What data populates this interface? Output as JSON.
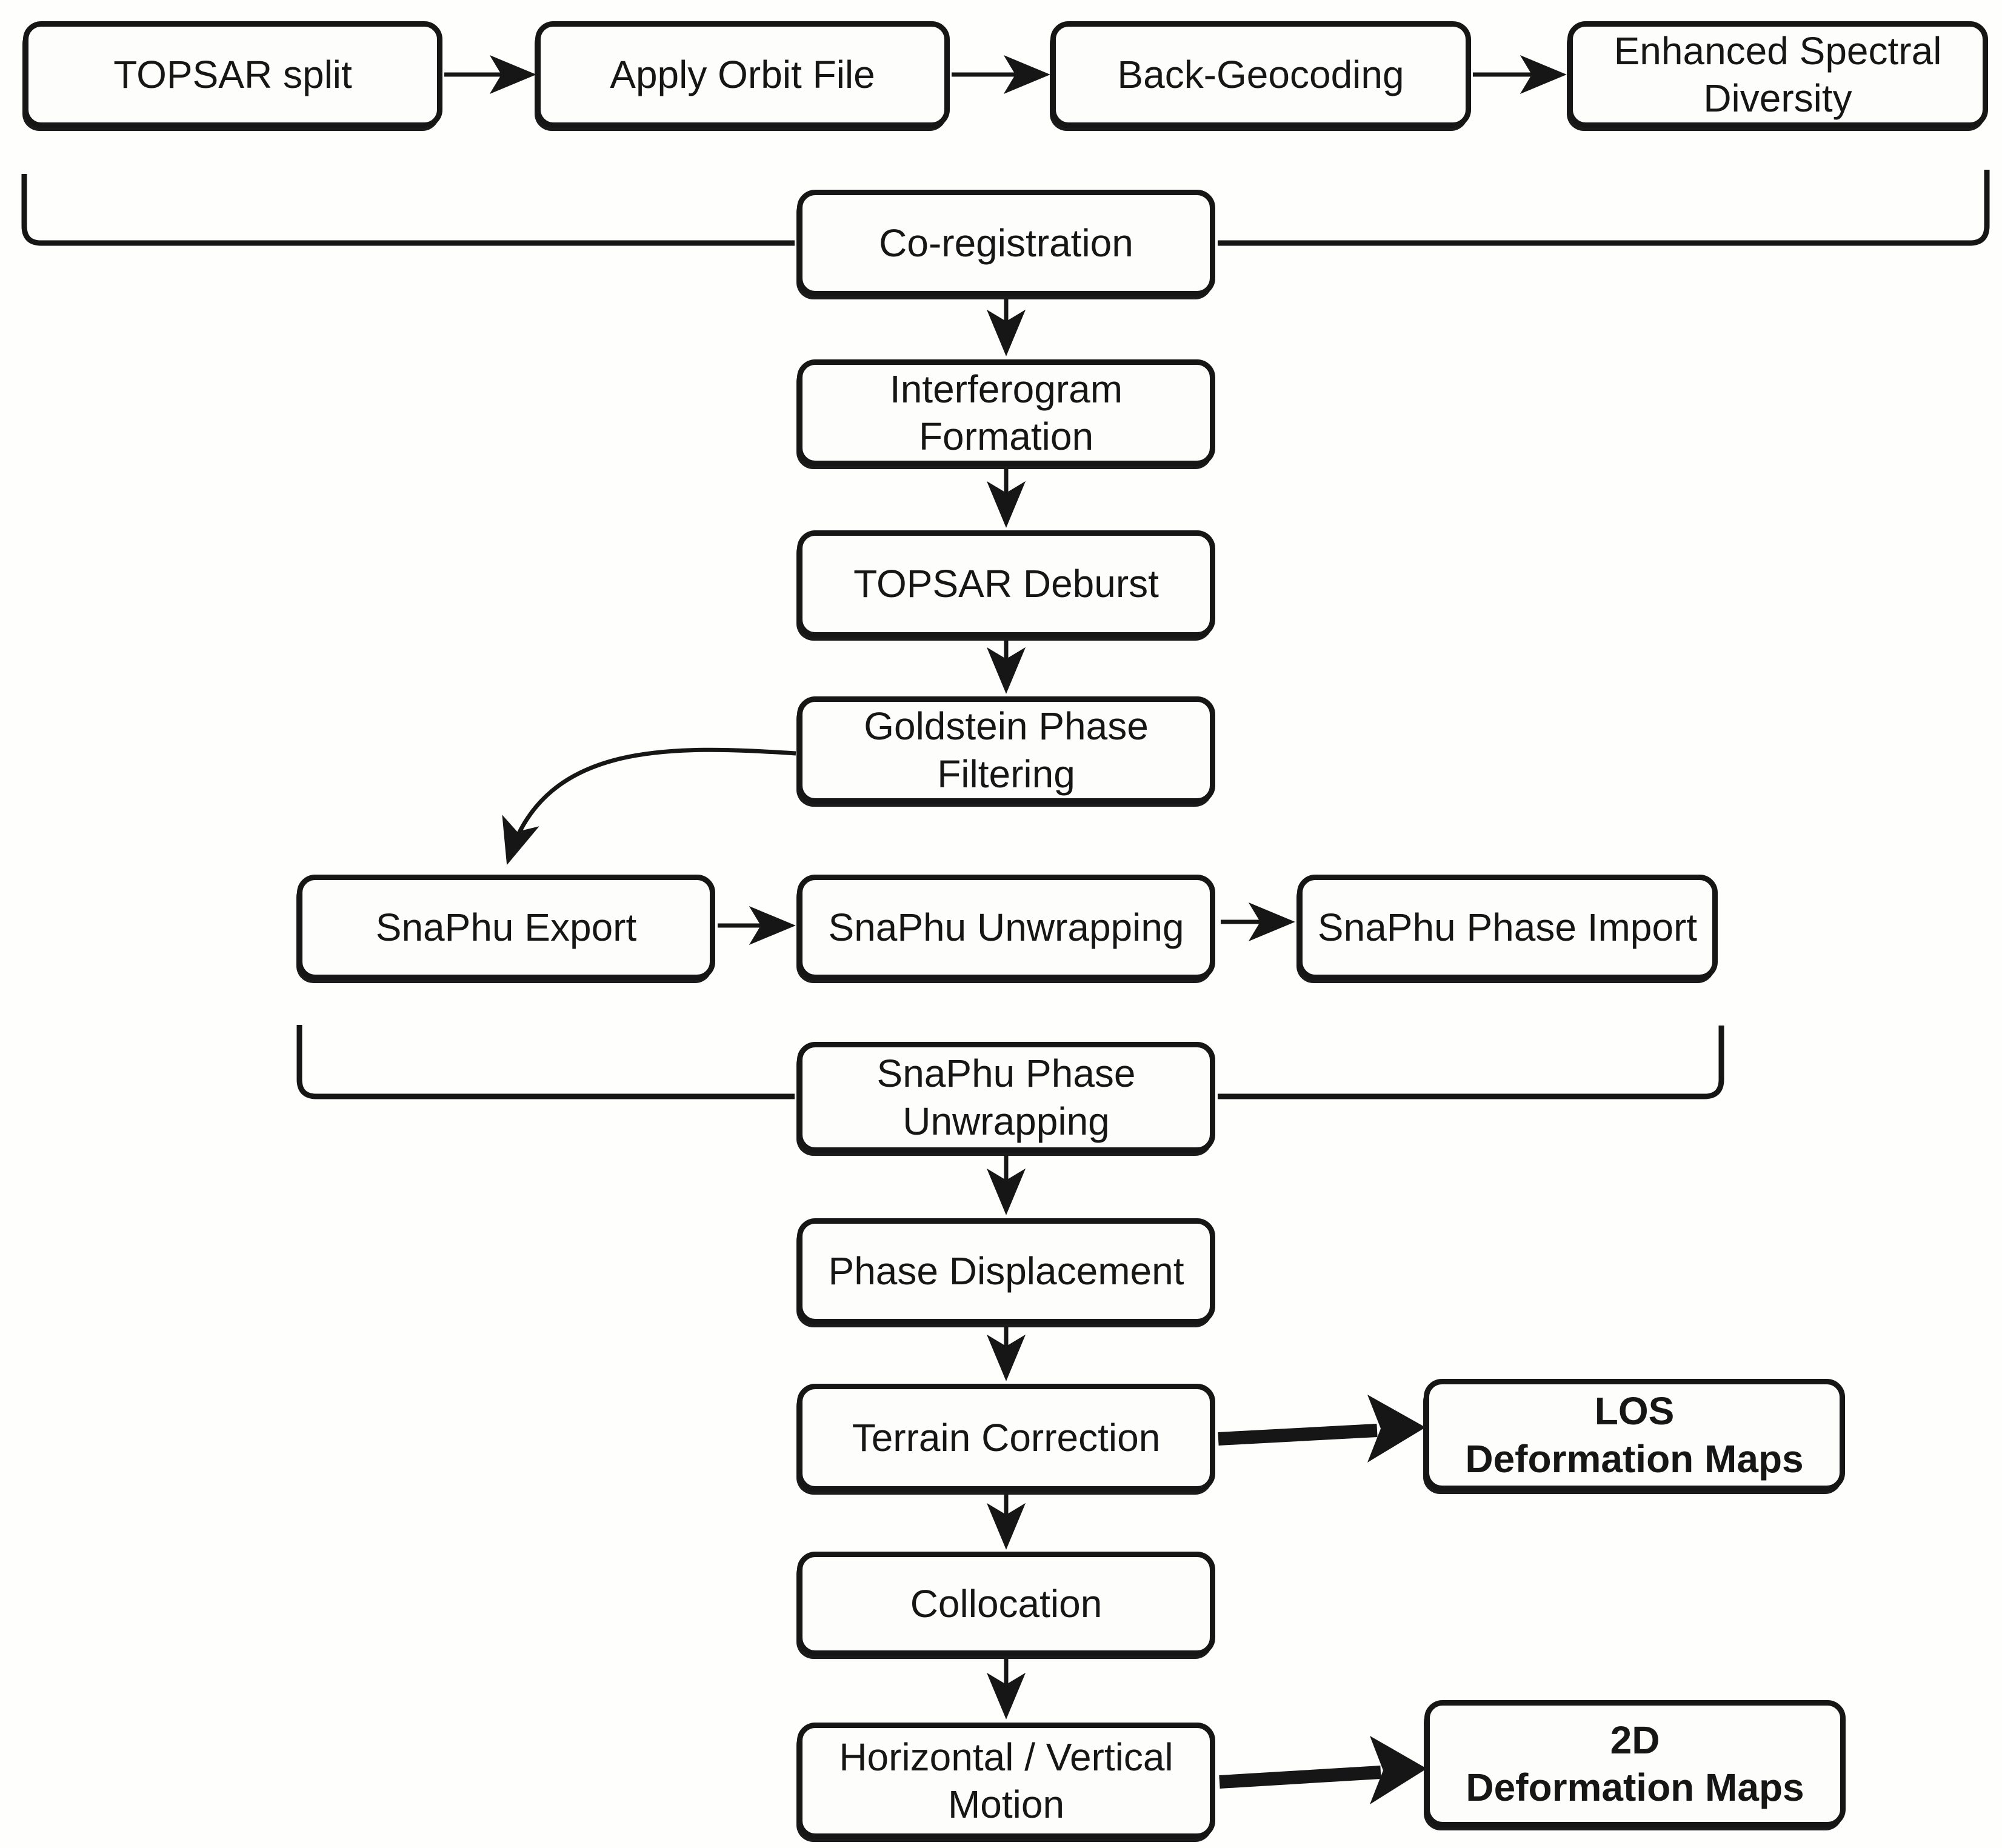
{
  "diagram": {
    "type": "flowchart",
    "colors": {
      "background": "#fefefc",
      "node_fill": "#fdfdfb",
      "stroke": "#161616",
      "text": "#161616"
    },
    "nodes": [
      {
        "id": "topsar-split",
        "lines": [
          "TOPSAR split"
        ],
        "bold": false
      },
      {
        "id": "apply-orbit-file",
        "lines": [
          "Apply Orbit File"
        ],
        "bold": false
      },
      {
        "id": "back-geocoding",
        "lines": [
          "Back-Geocoding"
        ],
        "bold": false
      },
      {
        "id": "enhanced-spectral-diversity",
        "lines": [
          "Enhanced Spectral",
          "Diversity"
        ],
        "bold": false
      },
      {
        "id": "co-registration",
        "lines": [
          "Co-registration"
        ],
        "bold": false
      },
      {
        "id": "interferogram-formation",
        "lines": [
          "Interferogram",
          "Formation"
        ],
        "bold": false
      },
      {
        "id": "topsar-deburst",
        "lines": [
          "TOPSAR Deburst"
        ],
        "bold": false
      },
      {
        "id": "goldstein-phase-filtering",
        "lines": [
          "Goldstein Phase",
          "Filtering"
        ],
        "bold": false
      },
      {
        "id": "snaphu-export",
        "lines": [
          "SnaPhu Export"
        ],
        "bold": false
      },
      {
        "id": "snaphu-unwrapping",
        "lines": [
          "SnaPhu Unwrapping"
        ],
        "bold": false
      },
      {
        "id": "snaphu-phase-import",
        "lines": [
          "SnaPhu Phase Import"
        ],
        "bold": false
      },
      {
        "id": "snaphu-phase-unwrapping",
        "lines": [
          "SnaPhu Phase",
          "Unwrapping"
        ],
        "bold": false
      },
      {
        "id": "phase-displacement",
        "lines": [
          "Phase Displacement"
        ],
        "bold": false
      },
      {
        "id": "terrain-correction",
        "lines": [
          "Terrain Correction"
        ],
        "bold": false
      },
      {
        "id": "los-deformation-maps",
        "lines": [
          "LOS",
          "Deformation Maps"
        ],
        "bold": true
      },
      {
        "id": "collocation",
        "lines": [
          "Collocation"
        ],
        "bold": false
      },
      {
        "id": "horizontal-vertical-motion",
        "lines": [
          "Horizontal / Vertical",
          "Motion"
        ],
        "bold": false
      },
      {
        "id": "2d-deformation-maps",
        "lines": [
          "2D",
          "Deformation Maps"
        ],
        "bold": true
      }
    ],
    "edges": [
      {
        "from": "topsar-split",
        "to": "apply-orbit-file",
        "style": "arrow"
      },
      {
        "from": "apply-orbit-file",
        "to": "back-geocoding",
        "style": "arrow"
      },
      {
        "from": "back-geocoding",
        "to": "enhanced-spectral-diversity",
        "style": "arrow"
      },
      {
        "from": "row-1-group",
        "to": "co-registration",
        "style": "merge-bracket"
      },
      {
        "from": "co-registration",
        "to": "interferogram-formation",
        "style": "arrow"
      },
      {
        "from": "interferogram-formation",
        "to": "topsar-deburst",
        "style": "arrow"
      },
      {
        "from": "topsar-deburst",
        "to": "goldstein-phase-filtering",
        "style": "arrow"
      },
      {
        "from": "goldstein-phase-filtering",
        "to": "snaphu-export",
        "style": "curved-arrow"
      },
      {
        "from": "snaphu-export",
        "to": "snaphu-unwrapping",
        "style": "arrow"
      },
      {
        "from": "snaphu-unwrapping",
        "to": "snaphu-phase-import",
        "style": "arrow"
      },
      {
        "from": "snaphu-row-group",
        "to": "snaphu-phase-unwrapping",
        "style": "merge-bracket"
      },
      {
        "from": "snaphu-phase-unwrapping",
        "to": "phase-displacement",
        "style": "arrow"
      },
      {
        "from": "phase-displacement",
        "to": "terrain-correction",
        "style": "arrow"
      },
      {
        "from": "terrain-correction",
        "to": "los-deformation-maps",
        "style": "thick-arrow"
      },
      {
        "from": "terrain-correction",
        "to": "collocation",
        "style": "arrow"
      },
      {
        "from": "collocation",
        "to": "horizontal-vertical-motion",
        "style": "arrow"
      },
      {
        "from": "horizontal-vertical-motion",
        "to": "2d-deformation-maps",
        "style": "thick-arrow"
      }
    ]
  }
}
